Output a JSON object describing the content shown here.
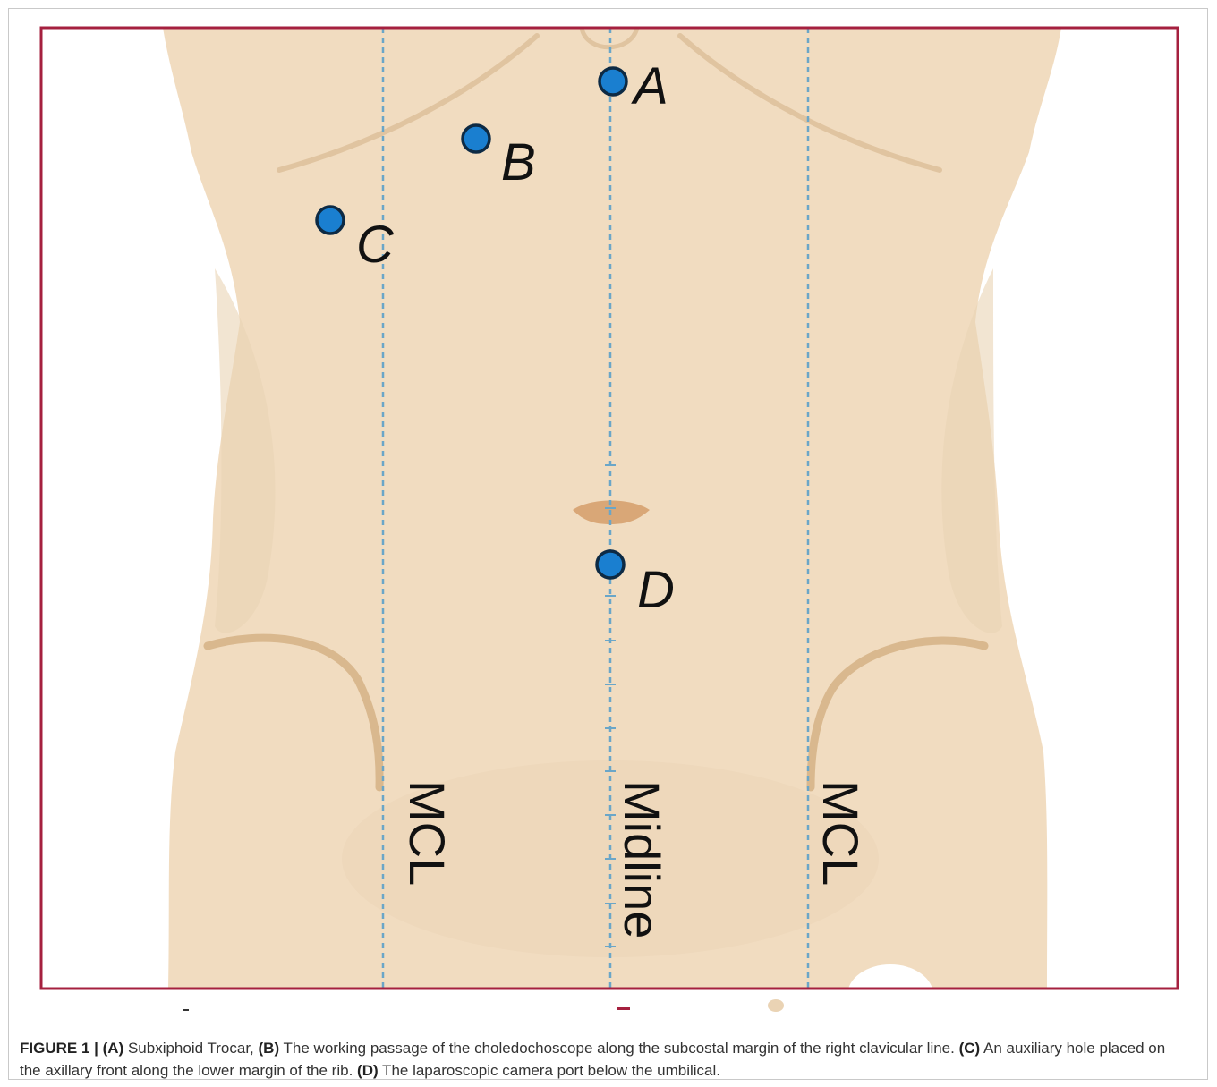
{
  "figure": {
    "labels": {
      "A": "A",
      "B": "B",
      "C": "C",
      "D": "D",
      "line_left": "MCL",
      "line_mid": "Midline",
      "line_right": "MCL"
    },
    "caption": {
      "figure_label": "FIGURE 1 |",
      "a_tag": "(A)",
      "a_text": " Subxiphoid Trocar, ",
      "b_tag": "(B)",
      "b_text": " The working passage of the choledochoscope along the subcostal margin of the right clavicular line. ",
      "c_tag": "(C)",
      "c_text": " An auxiliary hole placed on the axillary front along the lower margin of the rib. ",
      "d_tag": "(D)",
      "d_text": " The laparoscopic camera port below the umbilical."
    },
    "colors": {
      "frame": "#a5203f",
      "skin": "#f1dcc0",
      "skin_shadow": "#e8cdaa",
      "port": "#1a7fd0",
      "guide_line": "#6aa6c8",
      "navel": "#d9a777"
    }
  }
}
